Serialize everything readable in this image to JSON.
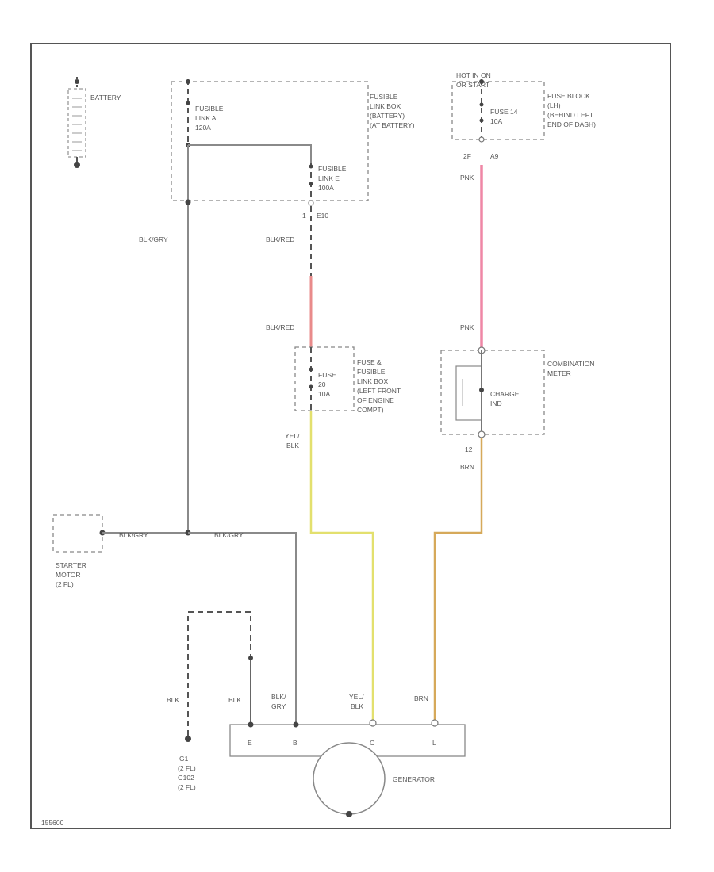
{
  "components": {
    "battery": "BATTERY",
    "fusible_link_box": [
      "FUSIBLE",
      "LINK BOX",
      "(BATTERY)",
      "(AT BATTERY)"
    ],
    "fusible_link_a": [
      "FUSIBLE",
      "LINK A",
      "120A"
    ],
    "fusible_link_e": [
      "FUSIBLE",
      "LINK E",
      "100A"
    ],
    "hot_run": [
      "HOT IN ON",
      "OR START"
    ],
    "fuse_14": [
      "FUSE 14",
      "10A"
    ],
    "fuse_block": [
      "FUSE BLOCK",
      "(LH)",
      "(BEHIND LEFT",
      "END OF DASH)"
    ],
    "fuse_20": [
      "FUSE",
      "20",
      "10A"
    ],
    "fuse_relay_box": [
      "FUSE &",
      "FUSIBLE",
      "LINK BOX",
      "(LEFT FRONT",
      "OF ENGINE",
      "COMPT)"
    ],
    "combination_meter": [
      "COMBINATION",
      "METER"
    ],
    "charge_ind": [
      "CHARGE",
      "IND"
    ],
    "starter_motor": [
      "STARTER",
      "MOTOR",
      "(2 FL)"
    ],
    "ground": [
      "G1",
      "(2 FL)",
      "G102",
      "(2 FL)"
    ],
    "generator": "GENERATOR",
    "terminals": [
      "E",
      "B",
      "C",
      "L"
    ]
  },
  "wire_labels": {
    "blk_gry_vertical": "BLK/GRY",
    "blk_red_upper": "BLK/RED",
    "blk_red_lower": "BLK/RED",
    "pnk_upper": "PNK",
    "pnk_lower": "PNK",
    "yel_blk_fuse": [
      "YEL/",
      "BLK"
    ],
    "brn_meter": [
      "12",
      "BRN"
    ],
    "blk_gry_starter": "BLK/GRY",
    "blk_gry_horizontal": "BLK/GRY",
    "blk_ground": "BLK",
    "blk_e": "BLK",
    "blk_gry_b": [
      "BLK/",
      "GRY"
    ],
    "yel_blk_c": [
      "YEL/",
      "BLK"
    ],
    "brn_l": "BRN"
  },
  "pin_labels": {
    "link_e_out": [
      "1",
      "E10"
    ],
    "fuse_block_out": [
      "2F",
      "A9"
    ]
  },
  "footer_code": "155600"
}
